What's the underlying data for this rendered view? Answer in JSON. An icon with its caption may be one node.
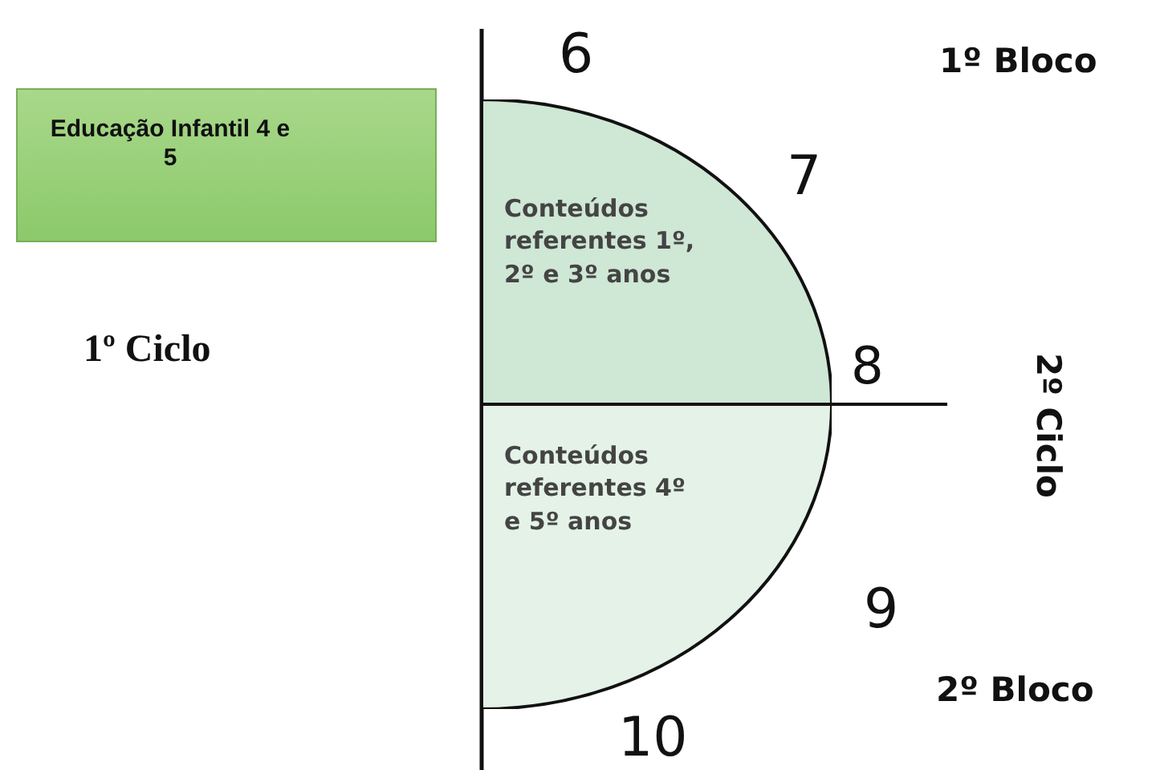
{
  "diagram": {
    "nodes": [
      {
        "text": [
          "Educação Infantil 4 e 5"
        ]
      },
      {
        "text": [
          "Conteúdos referentes 1º, 2º e 3º anos"
        ]
      },
      {
        "text": [
          "Conteúdos referentes 4º e 5º anos"
        ]
      }
    ],
    "labels": [
      "6",
      "1º Bloco",
      "7",
      "1º Ciclo",
      "8",
      "2º Ciclo",
      "9",
      "2º Bloco",
      "10"
    ]
  }
}
